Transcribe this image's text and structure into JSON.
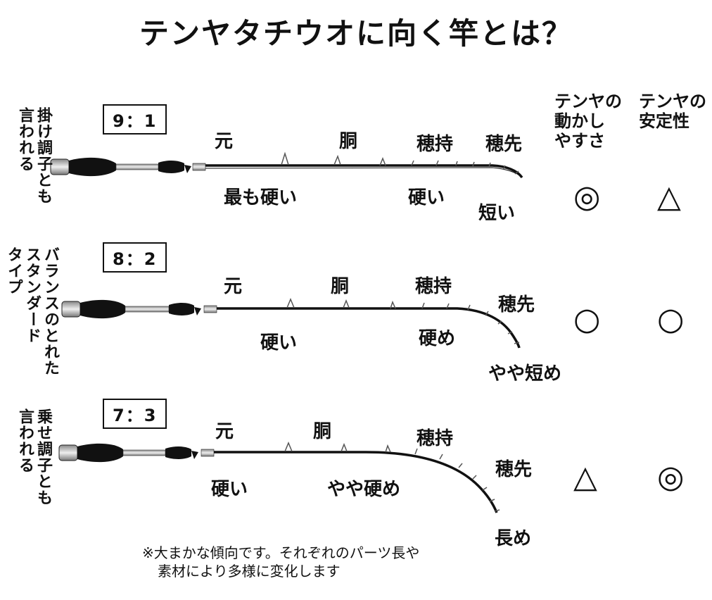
{
  "title": "テンヤタチウオに向く竿とは？",
  "columns": {
    "movement_l1": "テンヤの",
    "movement_l2": "動かし",
    "movement_l3": "やすさ",
    "stability_l1": "テンヤの",
    "stability_l2": "安定性"
  },
  "rows": [
    {
      "ratio": "9：1",
      "side_label": [
        "掛け調子とも",
        "言われる"
      ],
      "labels": {
        "butt": "元",
        "mid": "胴",
        "grip": "穂持",
        "tip": "穂先",
        "butt_desc": "最も硬い",
        "grip_desc": "硬い",
        "tip_desc": "短い"
      },
      "movement": "◎",
      "stability": "△"
    },
    {
      "ratio": "8：2",
      "side_label": [
        "バランスのとれた",
        "スタンダード",
        "タイプ"
      ],
      "labels": {
        "butt": "元",
        "mid": "胴",
        "grip": "穂持",
        "tip": "穂先",
        "butt_desc": "硬い",
        "grip_desc": "硬め",
        "tip_desc": "やや短め"
      },
      "movement": "○",
      "stability": "○"
    },
    {
      "ratio": "7：3",
      "side_label": [
        "乗せ調子とも",
        "言われる"
      ],
      "labels": {
        "butt": "元",
        "mid": "胴",
        "grip": "穂持",
        "tip": "穂先",
        "butt_desc": "硬い",
        "mid_desc": "やや硬め",
        "tip_desc": "長め"
      },
      "movement": "△",
      "stability": "◎"
    }
  ],
  "note": {
    "line1": "※大まかな傾向です。それぞれのパーツ長や",
    "line2": "素材により多様に変化します"
  }
}
